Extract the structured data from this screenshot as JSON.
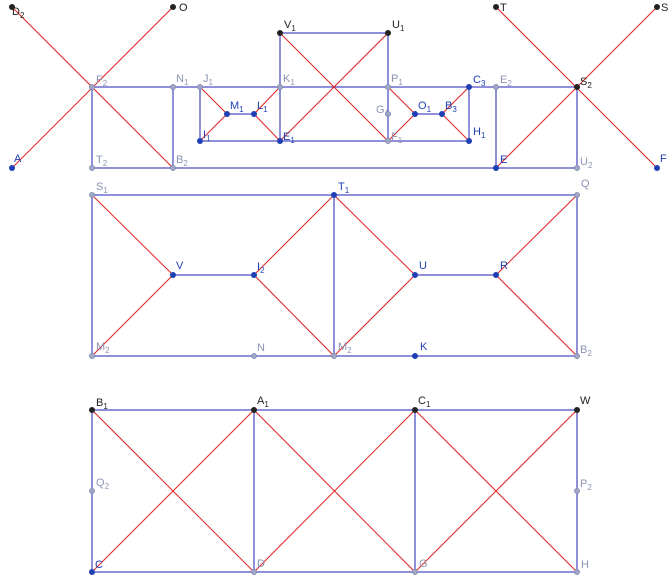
{
  "colors": {
    "blue_line": "#1f1fb4",
    "red_line": "#e02020",
    "point_dark": "#222222",
    "point_blue": "#1f3fb4",
    "point_faint": "#a0a8c8",
    "label_dark": "#222222",
    "label_blue": "#1f3fb4",
    "label_faint": "#8c94b4"
  },
  "labels": {
    "D2": "D",
    "D2_sub": "2",
    "O": "O",
    "T": "T",
    "S": "S",
    "V1": "V",
    "V1_sub": "1",
    "U1": "U",
    "U1_sub": "1",
    "F2": "F",
    "F2_sub": "2",
    "N1": "N",
    "N1_sub": "1",
    "J1": "J",
    "J1_sub": "1",
    "K1": "K",
    "K1_sub": "1",
    "P1": "P",
    "P1_sub": "1",
    "C3": "C",
    "C3_sub": "3",
    "E2": "E",
    "E2_sub": "2",
    "S2": "S",
    "S2_sub": "2",
    "M1": "M",
    "M1_sub": "1",
    "L1": "L",
    "L1_sub": "1",
    "G1": "G",
    "G1_sub": "1",
    "O1": "O",
    "O1_sub": "1",
    "B3": "B",
    "B3_sub": "3",
    "I1": "I",
    "I1_sub": "1",
    "E1": "E",
    "E1_sub": "1",
    "F1": "F",
    "F1_sub": "1",
    "H1": "H",
    "H1_sub": "1",
    "A": "A",
    "F": "F",
    "T2": "T",
    "T2_sub": "2",
    "B2": "B",
    "B2_sub": "2",
    "E": "E",
    "U2": "U",
    "U2_sub": "2",
    "S1": "S",
    "S1_sub": "1",
    "T1": "T",
    "T1_sub": "1",
    "Q": "Q",
    "V": "V",
    "I2": "I",
    "I2_sub": "2",
    "U": "U",
    "R": "R",
    "M2b": "M",
    "M2b_sub": "2",
    "N": "N",
    "M2": "M",
    "M2_sub": "2",
    "K": "K",
    "B2r": "B",
    "B2r_sub": "2",
    "B1": "B",
    "B1_sub": "1",
    "A1": "A",
    "A1_sub": "1",
    "C1": "C",
    "C1_sub": "1",
    "W": "W",
    "Q2": "Q",
    "Q2_sub": "2",
    "P2": "P",
    "P2_sub": "2",
    "C": "C",
    "D": "D",
    "G": "G",
    "H": "H"
  }
}
